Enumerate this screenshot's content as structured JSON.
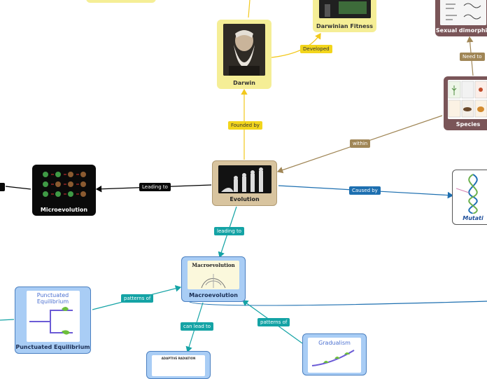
{
  "nodes": {
    "evolution": "Evolution",
    "darwin": "Darwin",
    "darwinian_fitness": "Darwinian Fitness",
    "sexual_dimorphism": "Sexual dimorphis",
    "species": "Species",
    "mutation": "Mutati",
    "microevolution": "Microevolution",
    "macroevolution": "Macroevolution",
    "macro_thumb_title": "Macroevolution",
    "punctuated": "Punctuated Equilibrium",
    "punctuated_thumb_line1": "Punctuated",
    "punctuated_thumb_line2": "Equilibrium",
    "gradualism_thumb": "Gradualism",
    "adaptive_thumb": "ADAPTIVE RADIATION"
  },
  "links": {
    "founded_by": "Founded by",
    "developed": "Developed",
    "need_to": "Need to",
    "within": "within",
    "caused_by": "Caused by",
    "leading_to_micro": "Leading to",
    "leading_to_macro": "leading to",
    "patterns_of_left": "patterns of",
    "patterns_of_right": "patterns of",
    "can_lead_to": "can lead to"
  },
  "colors": {
    "yellow": "#f5ee96",
    "yellow_link": "#f2c81c",
    "brown_link": "#a08656",
    "maroon": "#7a5558",
    "blue_node": "#a9cdf5",
    "blue_link": "#1d6fb0",
    "teal_link": "#14a3a5",
    "black": "#0a0a0a"
  }
}
